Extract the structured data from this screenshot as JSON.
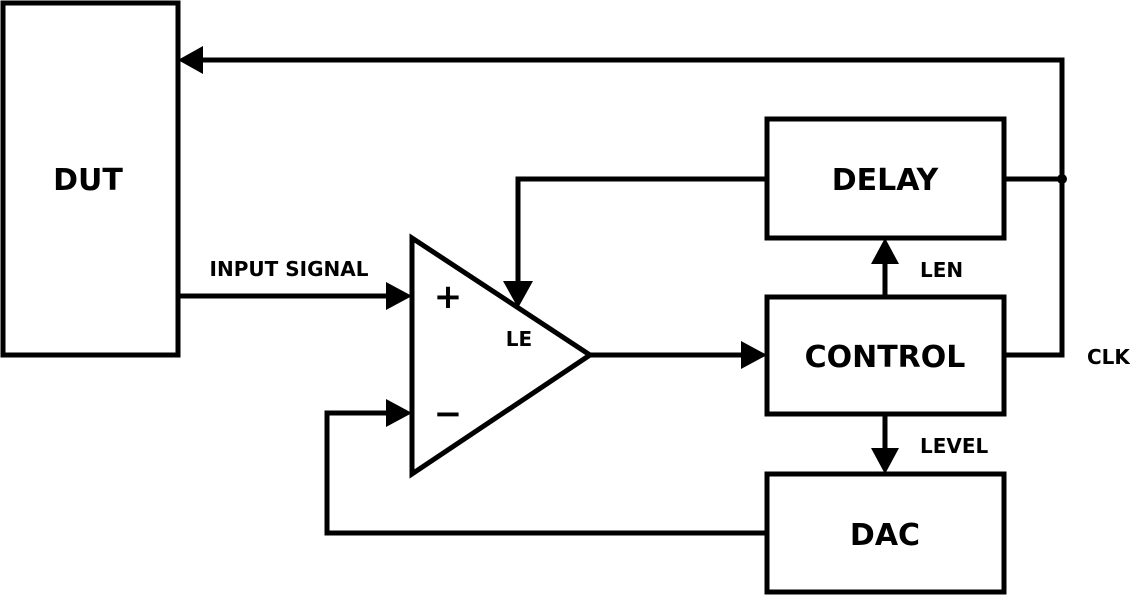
{
  "blocks": {
    "dut": "DUT",
    "delay": "DELAY",
    "control": "CONTROL",
    "dac": "DAC"
  },
  "comparator": {
    "plus": "+",
    "minus": "−",
    "le": "LE"
  },
  "signals": {
    "input_signal": "INPUT SIGNAL",
    "len": "LEN",
    "level": "LEVEL",
    "clk": "CLK"
  }
}
